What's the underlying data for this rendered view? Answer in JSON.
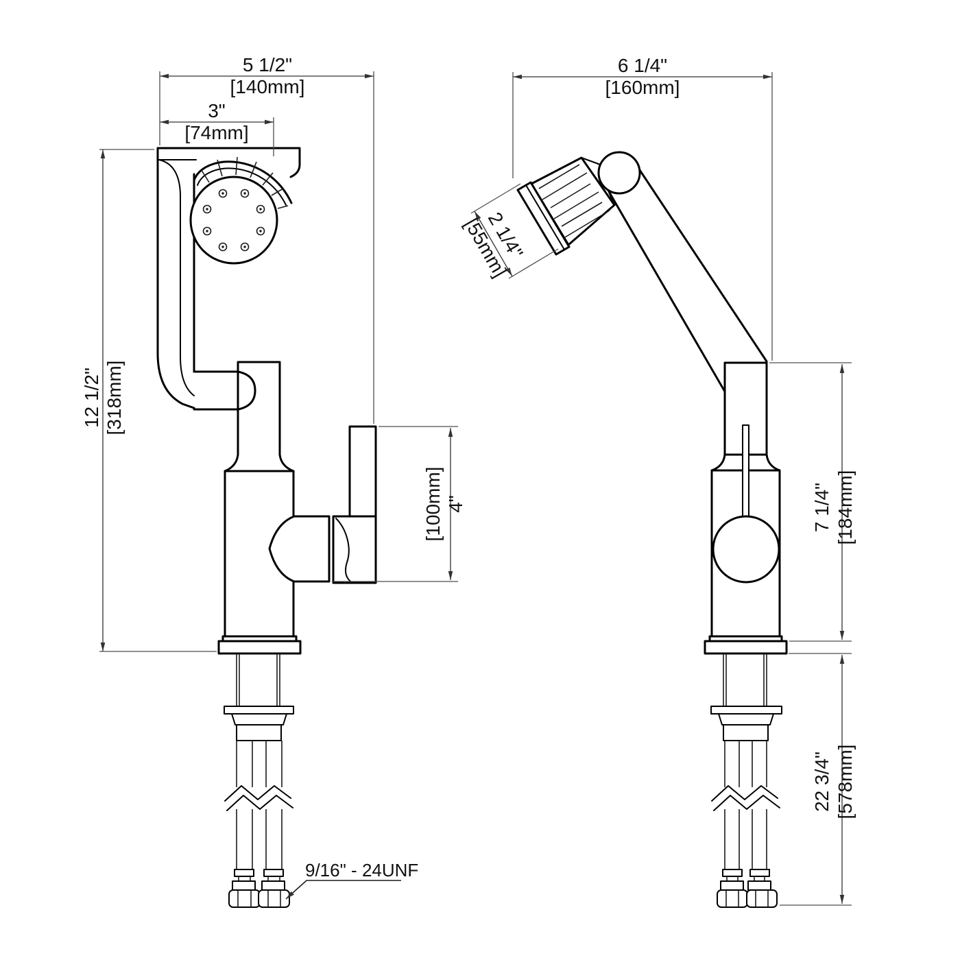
{
  "drawing": {
    "type": "faucet installation dimension drawing",
    "colors": {
      "outline": "#000000",
      "dimension": "#333333",
      "text": "#111111",
      "background": "#ffffff"
    },
    "side_view": {
      "overall_width": {
        "in": "5 1/2\"",
        "mm": "[140mm]"
      },
      "spout_offset": {
        "in": "3\"",
        "mm": "[74mm]"
      },
      "overall_height": {
        "in": "12 1/2\"",
        "mm": "[318mm]"
      },
      "handle_height": {
        "in": "4\"",
        "mm": "[100mm]"
      },
      "thread_callout": "9/16\" - 24UNF"
    },
    "front_view": {
      "overall_width": {
        "in": "6 1/4\"",
        "mm": "[160mm]"
      },
      "head_diameter": {
        "in": "2 1/4\"",
        "mm": "[55mm]"
      },
      "body_height": {
        "in": "7 1/4\"",
        "mm": "[184mm]"
      },
      "supply_length": {
        "in": "22 3/4\"",
        "mm": "[578mm]"
      }
    }
  }
}
